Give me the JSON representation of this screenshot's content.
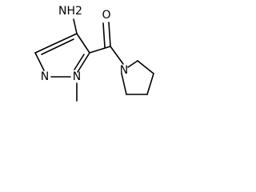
{
  "molecule": {
    "atoms": {
      "amine": "NH2",
      "carbonyl_oxygen": "O",
      "pyrazole_n1": "N",
      "pyrazole_n2": "N",
      "pyrrolidine_n": "N"
    }
  }
}
